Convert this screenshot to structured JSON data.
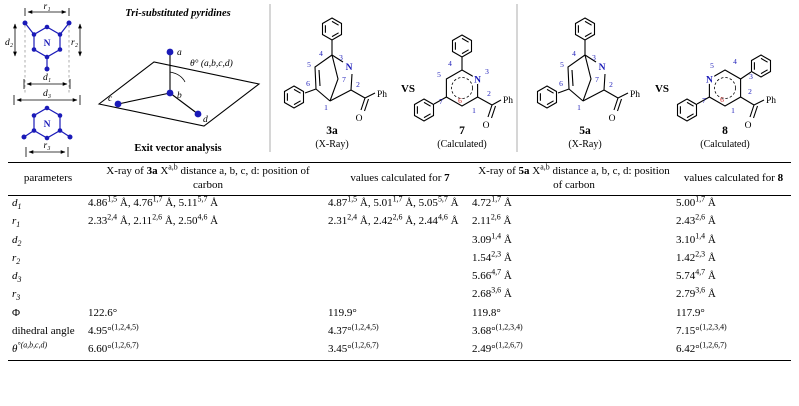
{
  "colors": {
    "chem_blue": "#1a1ab8",
    "num_red": "#cc2222"
  },
  "figure": {
    "schematic": {
      "n_top": "N",
      "n_bottom": "N",
      "r1": "r₁",
      "d2": "d₂",
      "r2": "r₂",
      "d1": "d₁",
      "d3": "d₃",
      "r3": "r₃"
    },
    "exit_vector": {
      "title": "Tri-substituted pyridines",
      "caption": "Exit vector analysis",
      "theta": "θ° (a,b,c,d)",
      "pa": "a",
      "pb": "b",
      "pc": "c",
      "pd": "d"
    },
    "vs1": "VS",
    "vs2": "VS",
    "s3a": {
      "name": "3a",
      "method": "(X-Ray)",
      "n": "N",
      "o": "O",
      "ph": "Ph",
      "nums": [
        "4",
        "3",
        "2",
        "1",
        "5",
        "6",
        "7"
      ]
    },
    "s7": {
      "name": "7",
      "method": "(Calculated)",
      "n": "N",
      "o": "O",
      "ph": "Ph",
      "nums": [
        "4",
        "3",
        "2",
        "1",
        "5",
        "6",
        "7"
      ]
    },
    "s5a": {
      "name": "5a",
      "method": "(X-Ray)",
      "n": "N",
      "o": "O",
      "ph": "Ph",
      "nums": [
        "4",
        "3",
        "2",
        "1",
        "5",
        "6",
        "7"
      ]
    },
    "s8": {
      "name": "8",
      "method": "(Calculated)",
      "n": "N",
      "o": "O",
      "ph": "Ph",
      "nums": [
        "4",
        "3",
        "2",
        "1",
        "5",
        "6",
        "7"
      ]
    }
  },
  "table": {
    "col_headers": [
      "parameters",
      "X-ray of *3a* X^{a,b} distance a, b, c, d: position of carbon",
      "values calculated for *7*",
      "X-ray of *5a* X^{a,b} distance a, b, c, d: position of carbon",
      "values calculated for *8*"
    ],
    "rows": [
      {
        "param": "d_{1}",
        "c1": "4.86^{1,5} Å, 4.76^{1,7} Å, 5.11^{5,7} Å",
        "c2": "4.87^{1,5} Å, 5.01^{1,7} Å, 5.05^{5,7} Å",
        "c3": "4.72^{1,7} Å",
        "c4": "5.00^{1,7} Å"
      },
      {
        "param": "r_{1}",
        "c1": "2.33^{2,4} Å, 2.11^{2,6} Å, 2.50^{4,6} Å",
        "c2": "2.31^{2,4} Å, 2.42^{2,6} Å, 2.44^{4,6} Å",
        "c3": "2.11^{2,6} Å",
        "c4": "2.43^{2,6} Å"
      },
      {
        "param": "d_{2}",
        "c1": "",
        "c2": "",
        "c3": "3.09^{1,4} Å",
        "c4": "3.10^{1,4} Å"
      },
      {
        "param": "r_{2}",
        "c1": "",
        "c2": "",
        "c3": "1.54^{2,3} Å",
        "c4": "1.42^{2,3} Å"
      },
      {
        "param": "d_{3}",
        "c1": "",
        "c2": "",
        "c3": "5.66^{4,7} Å",
        "c4": "5.74^{4,7} Å"
      },
      {
        "param": "r_{3}",
        "c1": "",
        "c2": "",
        "c3": "2.68^{3,6} Å",
        "c4": "2.79^{3,6} Å"
      },
      {
        "param": "Φ",
        "c1": "122.6°",
        "c2": "119.9°",
        "c3": "119.8°",
        "c4": "117.9°"
      },
      {
        "param": "dihedral angle",
        "c1": "4.95°^{(1,2,4,5)}",
        "c2": "4.37°^{(1,2,4,5)}",
        "c3": "3.68°^{(1,2,3,4)}",
        "c4": "7.15°^{(1,2,3,4)}"
      },
      {
        "param": "θ^{°(a,b,c,d)}",
        "c1": "6.60°^{(1,2,6,7)}",
        "c2": "3.45°^{(1,2,6,7)}",
        "c3": "2.49°^{(1,2,6,7)}",
        "c4": "6.42°^{(1,2,6,7)}"
      }
    ]
  }
}
